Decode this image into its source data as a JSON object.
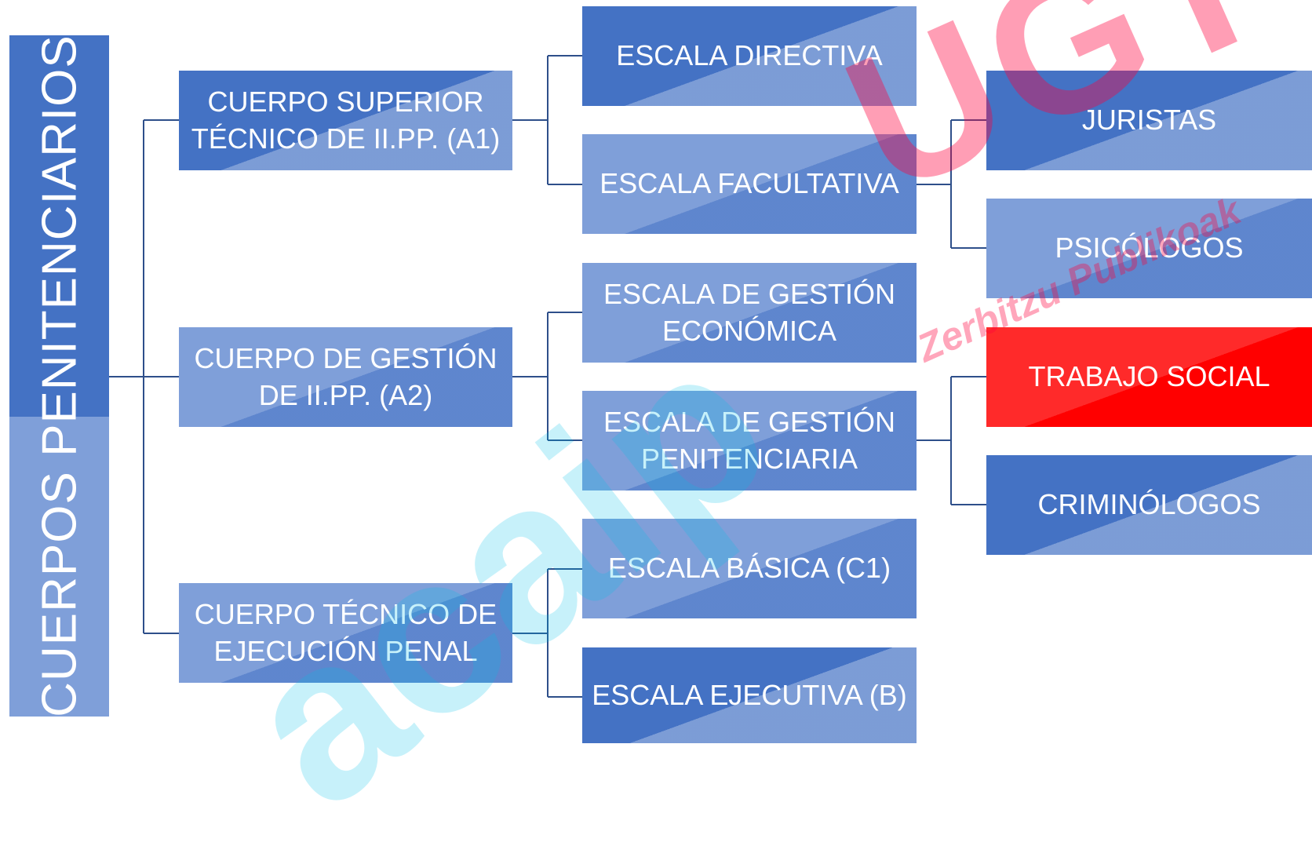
{
  "root": {
    "label": "CUERPOS PENITENCIARIOS"
  },
  "cuerpos": [
    {
      "label": "CUERPO SUPERIOR\nTÉCNICO DE II.PP. (A1)"
    },
    {
      "label": "CUERPO DE GESTIÓN\nDE II.PP.  (A2)"
    },
    {
      "label": "CUERPO TÉCNICO DE\nEJECUCIÓN PENAL"
    }
  ],
  "escalas": [
    {
      "label": "ESCALA DIRECTIVA"
    },
    {
      "label": "ESCALA FACULTATIVA"
    },
    {
      "label": "ESCALA DE GESTIÓN\nECONÓMICA"
    },
    {
      "label": "ESCALA DE GESTIÓN\nPENITENCIARIA"
    },
    {
      "label": "ESCALA BÁSICA (C1)"
    },
    {
      "label": "ESCALA EJECUTIVA (B)"
    }
  ],
  "especialidades": [
    {
      "label": "JURISTAS"
    },
    {
      "label": "PSICÓLOGOS"
    },
    {
      "label": "TRABAJO SOCIAL",
      "highlighted": true
    },
    {
      "label": "CRIMINÓLOGOS"
    }
  ],
  "watermarks": {
    "ugt": "UGT",
    "ugt_sub": "Zerbitzu Publikoak",
    "acaip": "acaip"
  },
  "colors": {
    "primary": "#4472c4",
    "light": "#7f9fd9",
    "highlight": "#ff0000",
    "connector": "#2e4f8a"
  }
}
